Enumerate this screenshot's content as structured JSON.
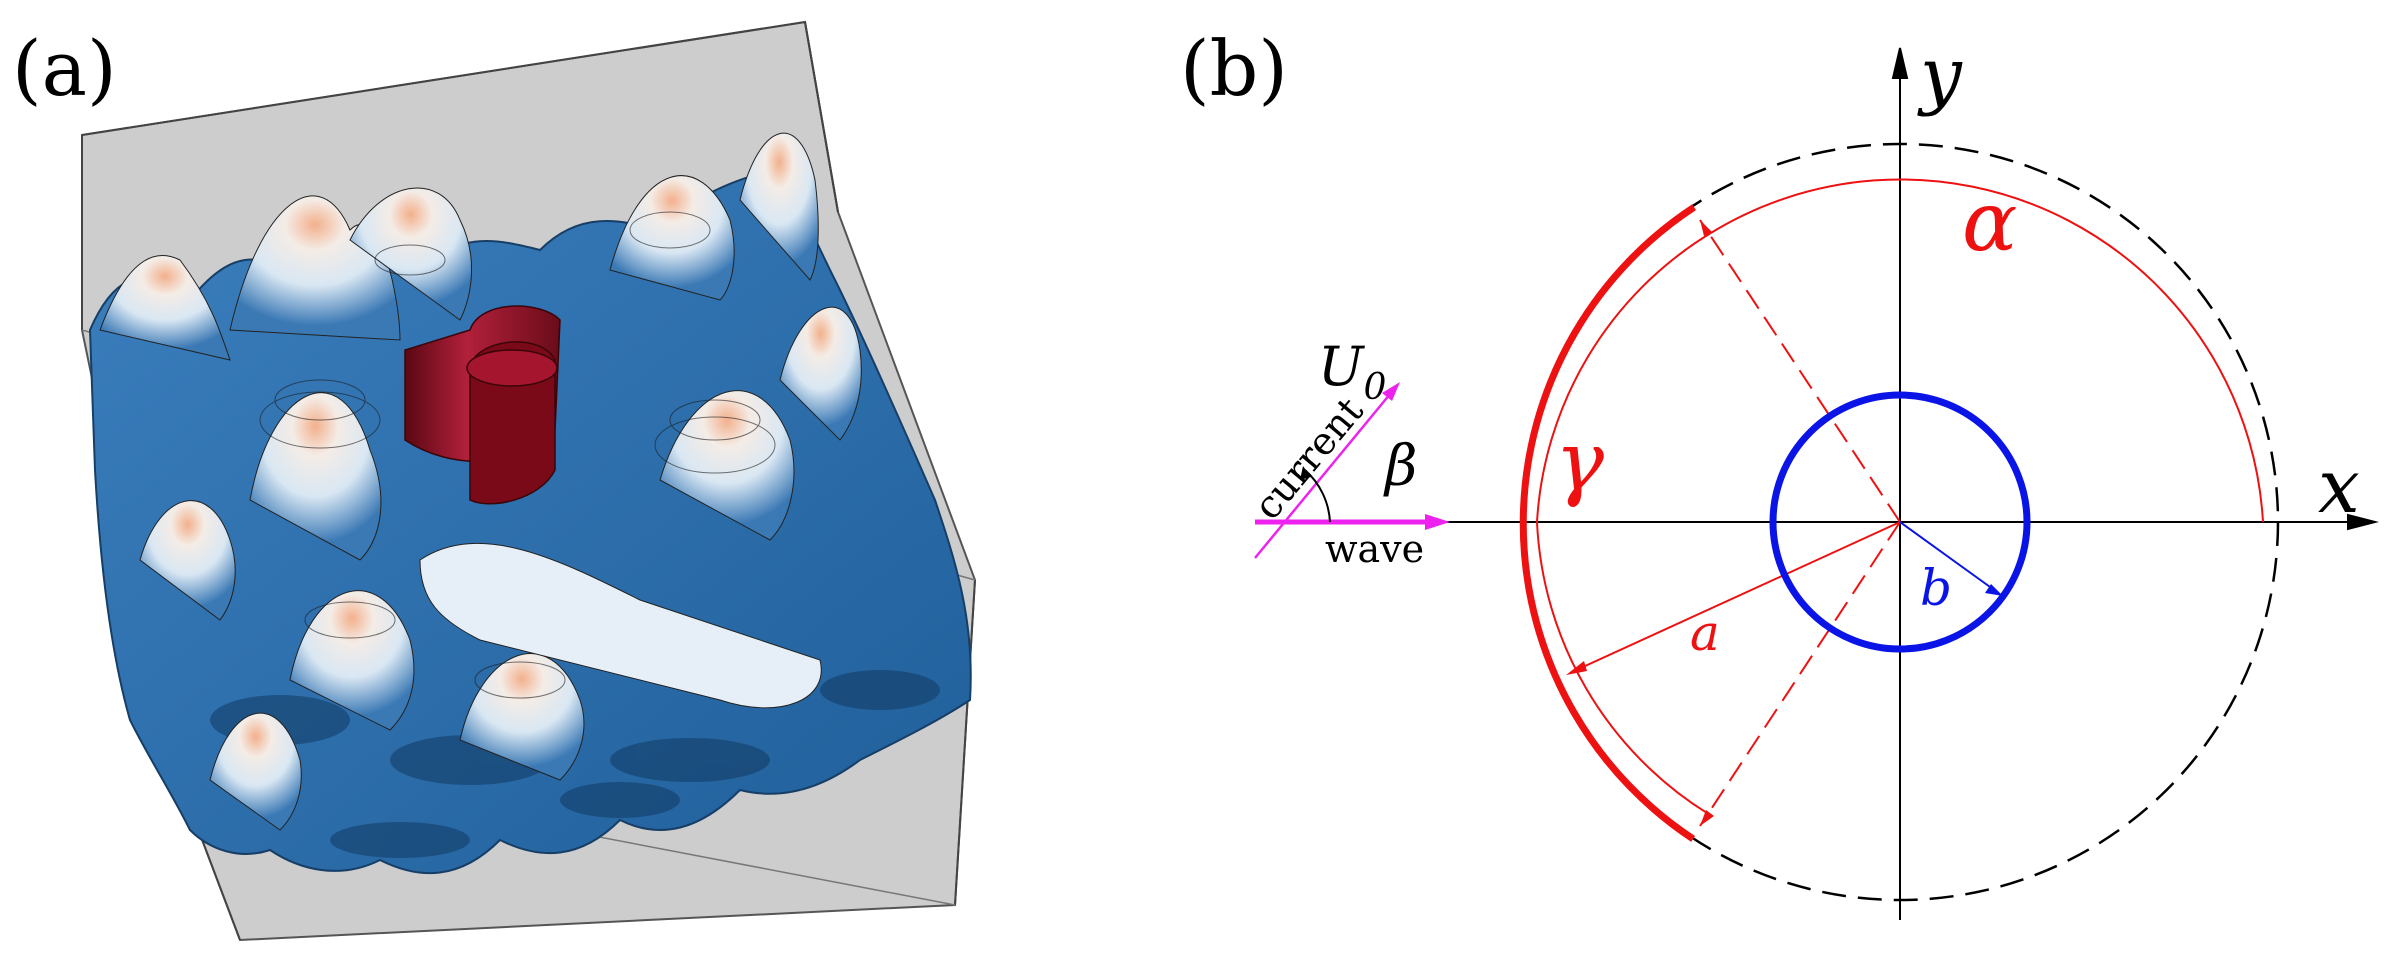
{
  "panel_a": {
    "label": "(a)"
  },
  "panel_b": {
    "label": "(b)",
    "axis_x": "x",
    "axis_y": "y",
    "alpha": "α",
    "gamma": "γ",
    "beta": "β",
    "a_label": "a",
    "b_label": "b",
    "u0_label": "U0",
    "u0_sub": "0",
    "current_label": "current",
    "wave_label": "wave"
  },
  "colors": {
    "red": "#ee1111",
    "blue": "#0a14e6",
    "magenta": "#ee22ee",
    "black": "#000000",
    "box": "#cfcfcf",
    "surface": "#2e6ea8",
    "peak": "#e9a37e",
    "cylinder": "#8b0f22"
  }
}
